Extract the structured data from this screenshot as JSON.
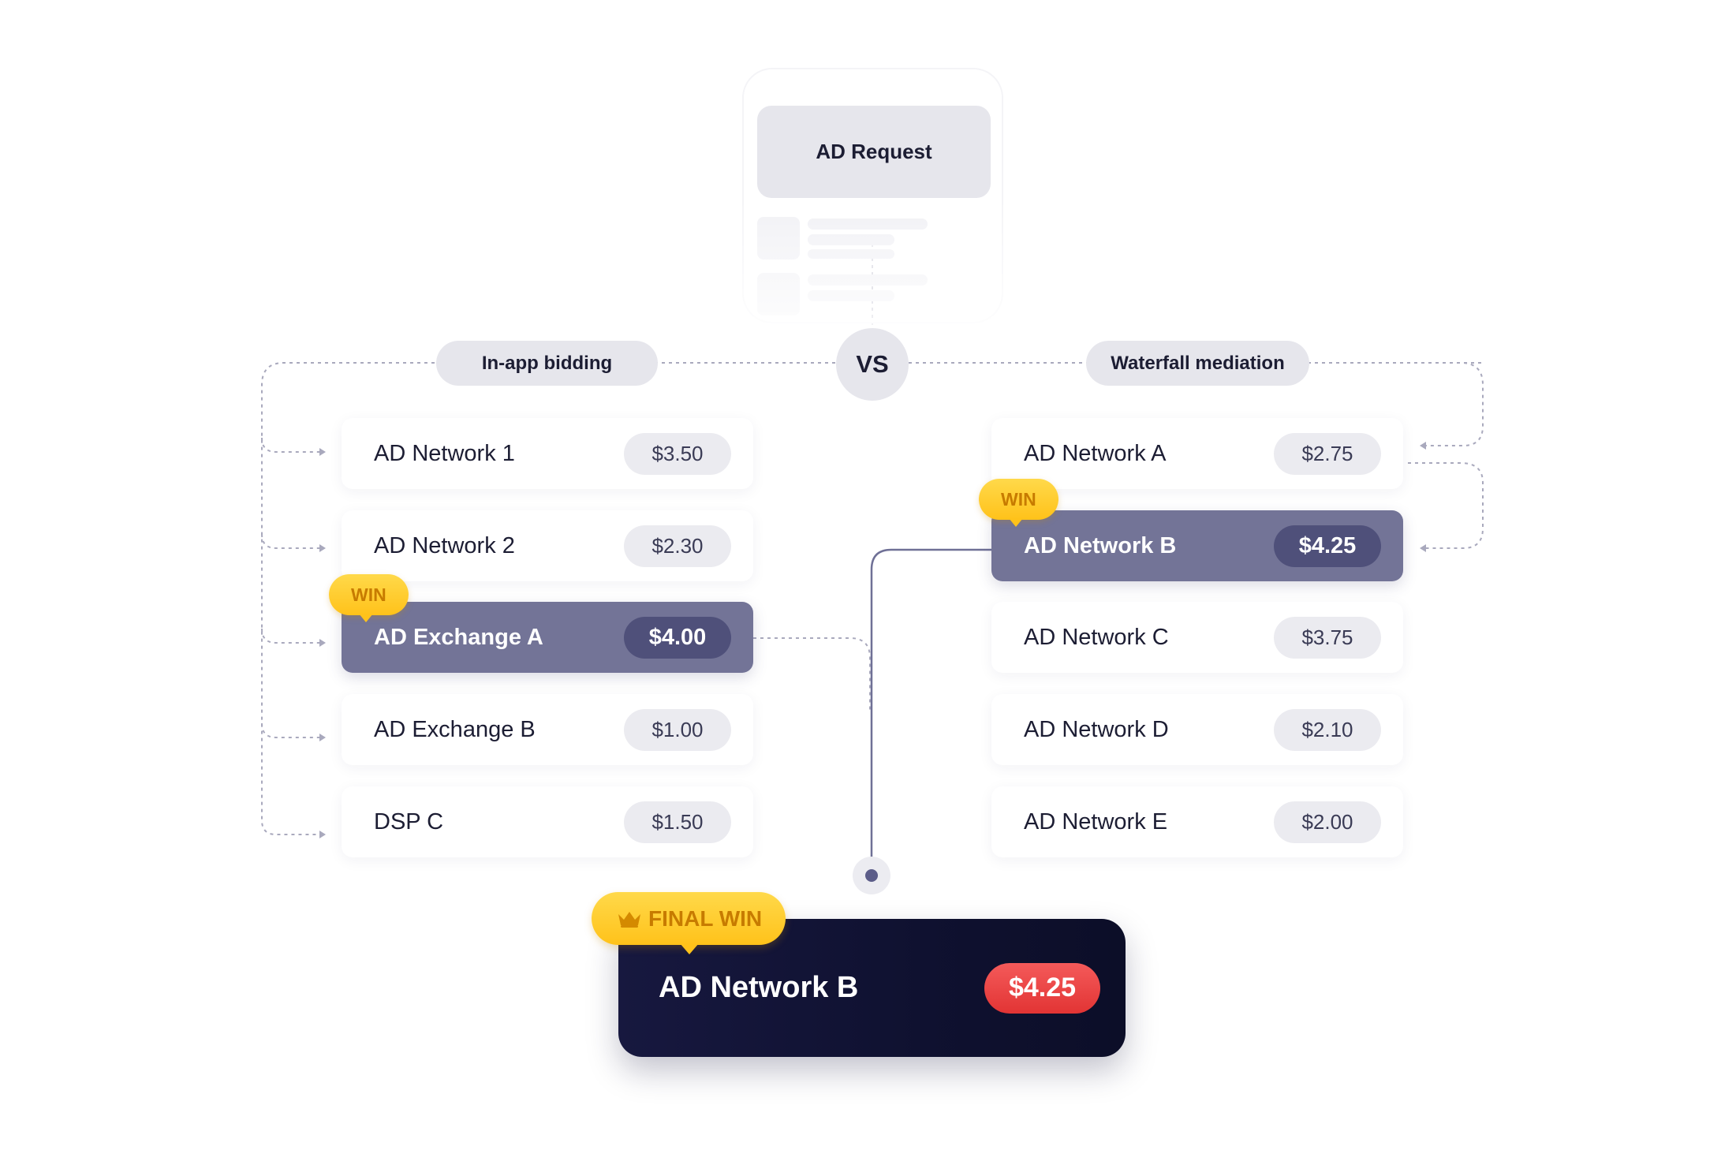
{
  "request": {
    "title": "AD Request"
  },
  "vs": "VS",
  "in_app": {
    "label": "In-app bidding",
    "win_label": "WIN",
    "rows": [
      {
        "name": "AD Network 1",
        "price": "$3.50",
        "winner": false
      },
      {
        "name": "AD Network 2",
        "price": "$2.30",
        "winner": false
      },
      {
        "name": "AD Exchange A",
        "price": "$4.00",
        "winner": true
      },
      {
        "name": "AD Exchange B",
        "price": "$1.00",
        "winner": false
      },
      {
        "name": "DSP C",
        "price": "$1.50",
        "winner": false
      }
    ]
  },
  "waterfall": {
    "label": "Waterfall mediation",
    "win_label": "WIN",
    "rows": [
      {
        "name": "AD Network A",
        "price": "$2.75",
        "winner": false
      },
      {
        "name": "AD Network B",
        "price": "$4.25",
        "winner": true
      },
      {
        "name": "AD Network C",
        "price": "$3.75",
        "winner": false
      },
      {
        "name": "AD Network D",
        "price": "$2.10",
        "winner": false
      },
      {
        "name": "AD Network E",
        "price": "$2.00",
        "winner": false
      }
    ]
  },
  "final": {
    "tag": "FINAL WIN",
    "name": "AD Network B",
    "price": "$4.25"
  },
  "colors": {
    "winner_row": "#737497",
    "final_bg": "#0f1130",
    "tag_yellow": "#ffc21a",
    "final_price": "#e23434"
  },
  "icons": [
    "crown-icon"
  ]
}
